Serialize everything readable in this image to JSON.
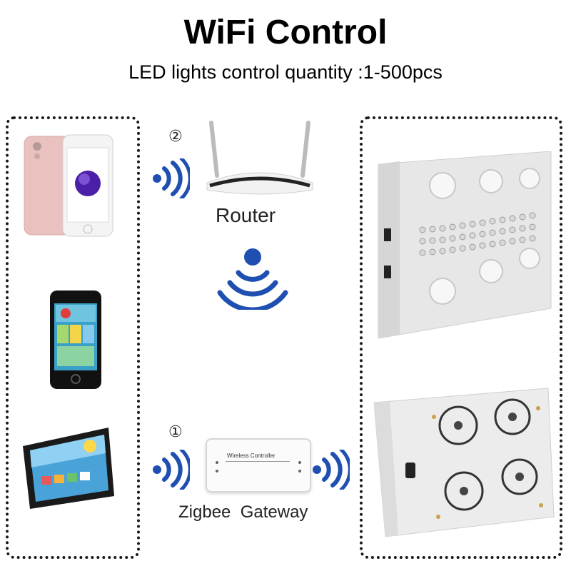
{
  "header": {
    "title": "WiFi Control",
    "subtitle": "LED lights control quantity :1-500pcs"
  },
  "network": {
    "router_step": "②",
    "router_label": "Router",
    "gateway_step": "①",
    "gateway_label": "Zigbee  Gateway",
    "gateway_device_text": "Wireless Controller"
  },
  "colors": {
    "wifi_blue": "#1f4fb0",
    "box_border": "#1a1a1a"
  },
  "icons": [
    "smartphone-icon",
    "mobile-phone-icon",
    "tablet-icon",
    "wifi-signal-icon",
    "router-icon",
    "gateway-device-icon",
    "led-grow-light-front-image",
    "led-grow-light-back-image"
  ]
}
